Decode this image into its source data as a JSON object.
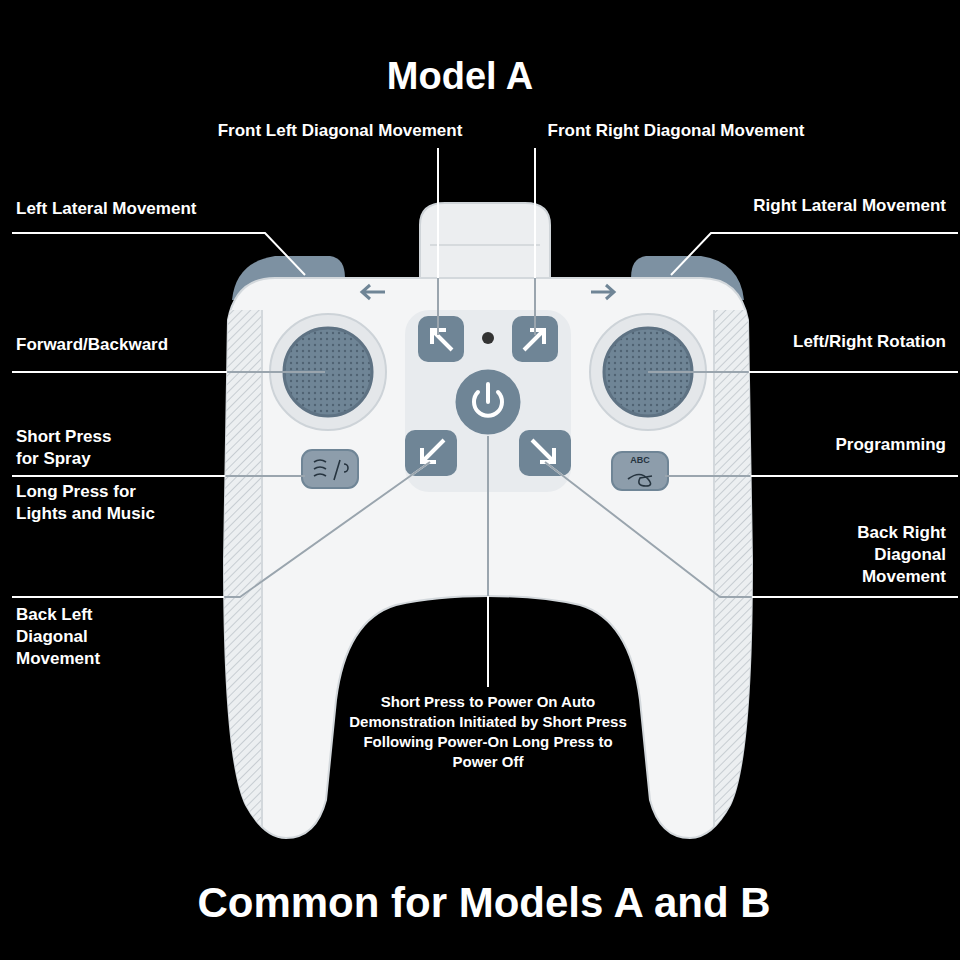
{
  "diagram": {
    "title": "Model A",
    "caption": "Common for Models A and B",
    "labels": [
      "Front Left Diagonal Movement",
      "Front Right Diagonal Movement",
      "Left Lateral Movement",
      "Right Lateral Movement",
      "Forward/Backward",
      "Left/Right Rotation",
      "Short Press for Spray",
      "Programming",
      "ABC",
      "Long Press for Lights and Music",
      "Back Right Diagonal Movement",
      "Back Left Diagonal Movement",
      "Short Press to Power On Auto Demonstration Initiated by Short Press Following Power-On Long Press to Power Off"
    ]
  }
}
